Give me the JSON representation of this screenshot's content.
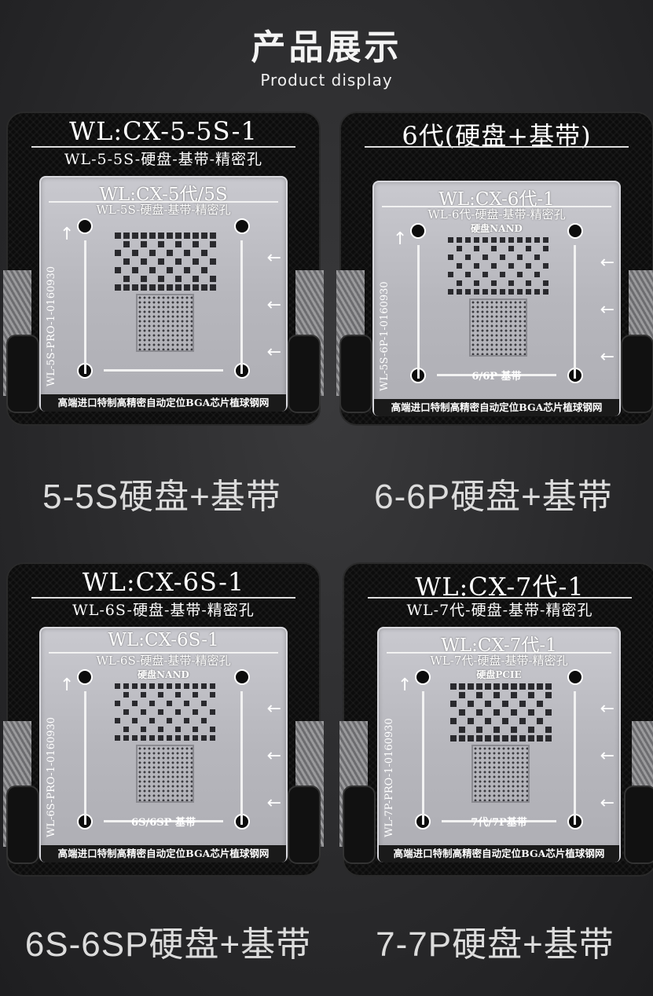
{
  "header": {
    "title": "产品展示",
    "subtitle": "Product display"
  },
  "products": [
    {
      "holder_title": "WL:CX-5-5S-1",
      "holder_subtitle": "WL-5-5S-硬盘-基带-精密孔",
      "plate_title": "WL:CX-5代/5S",
      "plate_subtitle": "WL-5S-硬盘-基带-精密孔",
      "plate_chip_label": "",
      "plate_bottom_label": "",
      "vertical_code": "WL-5S-PRO-1-0160930",
      "footer": "高端进口特制高精密自动定位BGA芯片植球钢网",
      "caption": "5-5S硬盘+基带"
    },
    {
      "holder_title": "6代(硬盘+基带)",
      "holder_subtitle": "",
      "plate_title": "WL:CX-6代-1",
      "plate_subtitle": "WL-6代-硬盘-基带-精密孔",
      "plate_chip_label": "硬盘NAND",
      "plate_bottom_label": "6/6P 基带",
      "vertical_code": "WL-5S-6P-1-0160930",
      "footer": "高端进口特制高精密自动定位BGA芯片植球钢网",
      "caption": "6-6P硬盘+基带"
    },
    {
      "holder_title": "WL:CX-6S-1",
      "holder_subtitle": "WL-6S-硬盘-基带-精密孔",
      "plate_title": "WL:CX-6S-1",
      "plate_subtitle": "WL-6S-硬盘-基带-精密孔",
      "plate_chip_label": "硬盘NAND",
      "plate_bottom_label": "6S/6SP 基带",
      "vertical_code": "WL-6S-PRO-1-0160930",
      "footer": "高端进口特制高精密自动定位BGA芯片植球钢网",
      "caption": "6S-6SP硬盘+基带"
    },
    {
      "holder_title": "WL:CX-7代-1",
      "holder_subtitle": "WL-7代-硬盘-基带-精密孔",
      "plate_title": "WL:CX-7代-1",
      "plate_subtitle": "WL-7代-硬盘-基带-精密孔",
      "plate_chip_label": "硬盘PCIE",
      "plate_bottom_label": "7代/7P基带",
      "vertical_code": "WL-7P-PRO-1-0160930",
      "footer": "高端进口特制高精密自动定位BGA芯片植球钢网",
      "caption": "7-7P硬盘+基带"
    }
  ],
  "icons": {
    "arrow_left": "arrow-left-icon",
    "arrow_up": "arrow-up-icon"
  },
  "colors": {
    "background": "#2b2b2d",
    "holder": "#0c0c0c",
    "plate": "#c0c0c6"
  }
}
